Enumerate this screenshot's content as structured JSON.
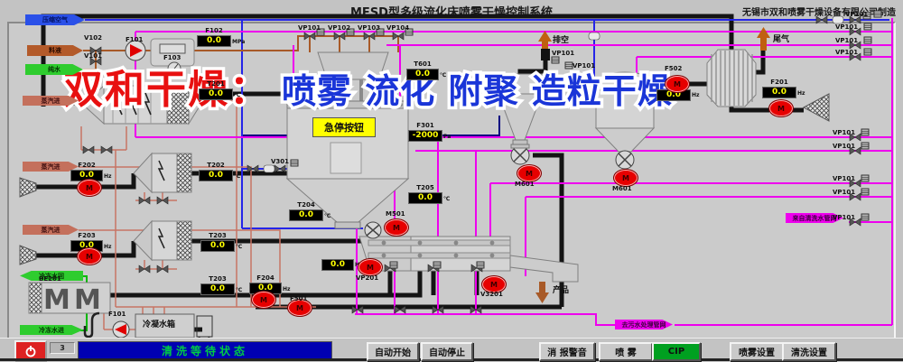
{
  "header": {
    "title": "MFSD型多级流化床喷雾干燥控制系统",
    "manufacturer": "无锡市双和喷雾干燥设备有限公司制造"
  },
  "watermark": {
    "red": "双和干燥：",
    "blue": "喷雾 流化 附聚 造粒干燥"
  },
  "emergency_stop": "急停按钮",
  "streams": [
    {
      "id": "compressed-air",
      "label": "压缩空气"
    },
    {
      "id": "feed-liquid",
      "label": "料液"
    },
    {
      "id": "pure-water",
      "label": "纯水"
    },
    {
      "id": "steam-1",
      "label": "蒸汽进"
    },
    {
      "id": "steam-2",
      "label": "蒸汽进"
    },
    {
      "id": "steam-3",
      "label": "蒸汽进"
    },
    {
      "id": "chilled-water-return",
      "label": "冷冻水回"
    },
    {
      "id": "chilled-water-supply",
      "label": "冷冻水进"
    },
    {
      "id": "cip-supply",
      "label": "来自清洗水管网"
    },
    {
      "id": "drain",
      "label": "去污水处理管网"
    }
  ],
  "displays": [
    {
      "id": "f102",
      "label": "F102",
      "value": "0.0",
      "unit": "MPa"
    },
    {
      "id": "t601",
      "label": "T601",
      "value": "0.0",
      "unit": "℃"
    },
    {
      "id": "f301",
      "label": "F301",
      "value": "-2000",
      "unit": "Pa"
    },
    {
      "id": "t201",
      "label": "T201",
      "value": "0.0",
      "unit": "℃"
    },
    {
      "id": "t202",
      "label": "T202",
      "value": "0.0",
      "unit": "℃"
    },
    {
      "id": "t203a",
      "label": "T203",
      "value": "0.0",
      "unit": "℃"
    },
    {
      "id": "t203b",
      "label": "T203",
      "value": "0.0",
      "unit": "℃"
    },
    {
      "id": "t204",
      "label": "T204",
      "value": "0.0",
      "unit": "℃"
    },
    {
      "id": "t205",
      "label": "T205",
      "value": "0.0",
      "unit": "℃"
    },
    {
      "id": "f202",
      "label": "F202",
      "value": "0.0",
      "unit": "Hz"
    },
    {
      "id": "f203",
      "label": "F203",
      "value": "0.0",
      "unit": "Hz"
    },
    {
      "id": "f204",
      "label": "F204",
      "value": "0.0",
      "unit": "Hz"
    },
    {
      "id": "vp201d",
      "label": "",
      "value": "0.0",
      "unit": "Hz"
    },
    {
      "id": "f502d",
      "label": "",
      "value": "0.0",
      "unit": "Hz"
    },
    {
      "id": "f201d",
      "label": "F201",
      "value": "0.0",
      "unit": "Hz"
    }
  ],
  "motors": [
    {
      "id": "m-f202",
      "letter": "M"
    },
    {
      "id": "m-f203",
      "letter": "M"
    },
    {
      "id": "m-f204",
      "letter": "M"
    },
    {
      "id": "m-f501",
      "letter": "M"
    },
    {
      "id": "m-vp201",
      "letter": "M"
    },
    {
      "id": "m-m501",
      "letter": "M"
    },
    {
      "id": "m-m601a",
      "letter": "M"
    },
    {
      "id": "m-m601b",
      "letter": "M"
    },
    {
      "id": "m-v3201",
      "letter": "M"
    },
    {
      "id": "m-f502",
      "letter": "M"
    },
    {
      "id": "m-f201",
      "letter": "M"
    }
  ],
  "device_labels": [
    {
      "id": "v102",
      "text": "V102"
    },
    {
      "id": "v101",
      "text": "V101"
    },
    {
      "id": "f101-top",
      "text": "F101"
    },
    {
      "id": "f103",
      "text": "F103"
    },
    {
      "id": "vp101",
      "text": "VP101"
    },
    {
      "id": "vp102",
      "text": "VP102"
    },
    {
      "id": "vp103",
      "text": "VP103"
    },
    {
      "id": "vp104",
      "text": "VP104"
    },
    {
      "id": "paikong",
      "text": "排空"
    },
    {
      "id": "vp101-pk",
      "text": "VP101"
    },
    {
      "id": "vp101-pk2",
      "text": "VP101"
    },
    {
      "id": "weiqi",
      "text": "尾气"
    },
    {
      "id": "v301",
      "text": "V301"
    },
    {
      "id": "m501",
      "text": "M501"
    },
    {
      "id": "m601a",
      "text": "M601"
    },
    {
      "id": "m601b",
      "text": "M601"
    },
    {
      "id": "v3201",
      "text": "V3201"
    },
    {
      "id": "vp201",
      "text": "VP201"
    },
    {
      "id": "f501",
      "text": "F501"
    },
    {
      "id": "f502",
      "text": "F502"
    },
    {
      "id": "be201",
      "text": "BE201"
    },
    {
      "id": "tank",
      "text": "冷凝水箱"
    },
    {
      "id": "f101-bot",
      "text": "F101"
    },
    {
      "id": "chanpin",
      "text": "产品"
    }
  ],
  "cip_valves": [
    {
      "id": "row0",
      "label": "VP101"
    },
    {
      "id": "row1",
      "label": "VP101"
    },
    {
      "id": "row2",
      "label": "VP101"
    },
    {
      "id": "row3",
      "label": "VP101"
    },
    {
      "id": "row4",
      "label": "VP101"
    },
    {
      "id": "row5",
      "label": "VP101"
    },
    {
      "id": "row6",
      "label": "VP101"
    },
    {
      "id": "row7",
      "label": "VP101"
    },
    {
      "id": "row8",
      "label": "VP101"
    }
  ],
  "toolbar": {
    "counter": "3",
    "status": "清洗等待状态",
    "buttons": [
      {
        "id": "auto-start",
        "label": "自动开始"
      },
      {
        "id": "auto-stop",
        "label": "自动停止"
      },
      {
        "id": "mute-alarm",
        "label": "消 报警音"
      },
      {
        "id": "spray",
        "label": "喷 雾"
      },
      {
        "id": "cip",
        "label": "CIP",
        "style": "green"
      },
      {
        "id": "spray-settings",
        "label": "喷雾设置"
      },
      {
        "id": "clean-settings",
        "label": "清洗设置"
      }
    ]
  }
}
